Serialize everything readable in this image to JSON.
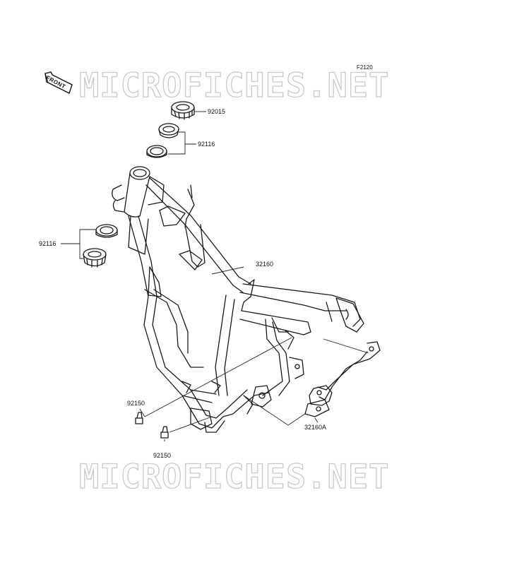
{
  "diagram": {
    "figure_code": "F2120",
    "watermark": "MICROFICHES.NET",
    "front_badge": "FRONT",
    "callouts": [
      {
        "part": "92015"
      },
      {
        "part": "92116"
      },
      {
        "part": "92116"
      },
      {
        "part": "32160"
      },
      {
        "part": "92150"
      },
      {
        "part": "92150"
      },
      {
        "part": "32160A"
      }
    ]
  }
}
